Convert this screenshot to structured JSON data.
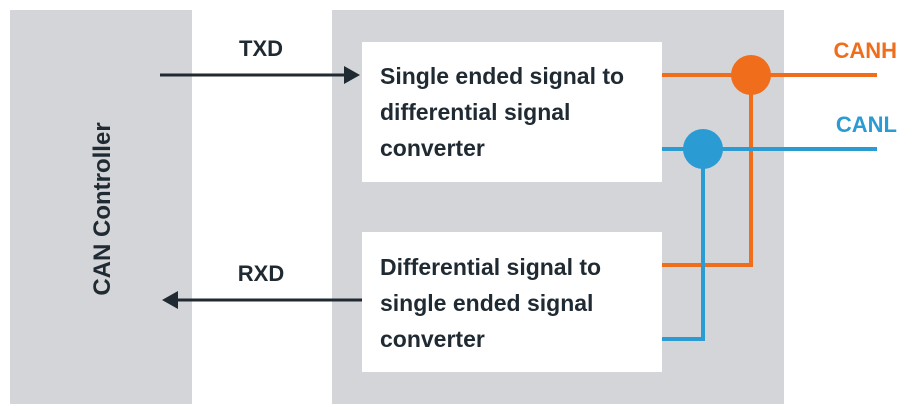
{
  "controller": {
    "label": "CAN Controller"
  },
  "signals": {
    "txd": "TXD",
    "rxd": "RXD",
    "canh": "CANH",
    "canl": "CANL"
  },
  "transmitter": {
    "lines": [
      "Single ended signal to",
      "differential signal",
      "converter"
    ]
  },
  "receiver": {
    "lines": [
      "Differential signal to",
      "single ended signal",
      "converter"
    ]
  },
  "colors": {
    "panel": "#d4d5d8",
    "box": "#ffffff",
    "text": "#1f2a33",
    "canh": "#f06e1b",
    "canl": "#2a9bd3"
  }
}
